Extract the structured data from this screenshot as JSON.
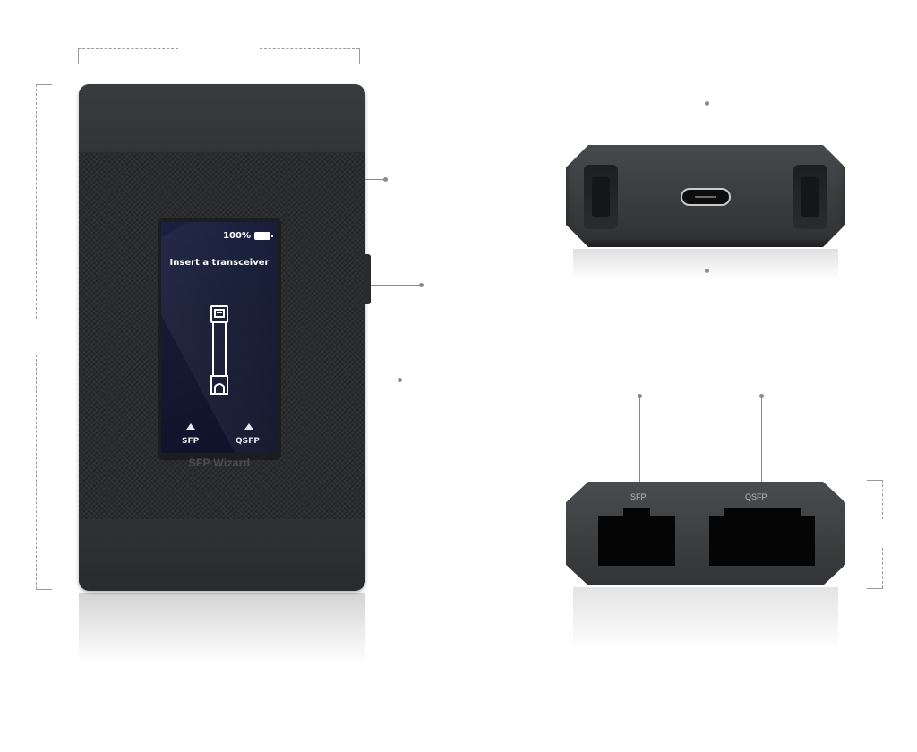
{
  "screen": {
    "battery_text": "100%",
    "message": "Insert a transceiver",
    "left_port_label": "SFP",
    "right_port_label": "QSFP"
  },
  "device": {
    "brand": "SFP Wizard"
  },
  "port_view": {
    "sfp_label": "SFP",
    "qsfp_label": "QSFP"
  },
  "icons": {
    "battery": "battery-full-icon",
    "transceiver": "transceiver-icon",
    "arrow": "triangle-up-icon",
    "usb_port": "usb-c-port-icon"
  }
}
